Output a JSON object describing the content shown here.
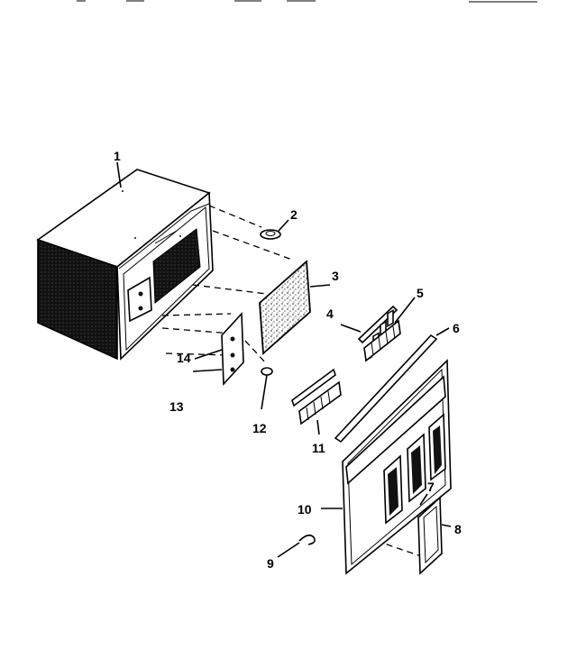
{
  "diagram": {
    "callouts": {
      "c1": "1",
      "c2": "2",
      "c3": "3",
      "c4": "4",
      "c5": "5",
      "c6": "6",
      "c7": "7",
      "c8": "8",
      "c9": "9",
      "c10": "10",
      "c11": "11",
      "c12": "12",
      "c13": "13",
      "c14": "14"
    },
    "colors": {
      "ink": "#000000",
      "paper": "#ffffff"
    }
  }
}
